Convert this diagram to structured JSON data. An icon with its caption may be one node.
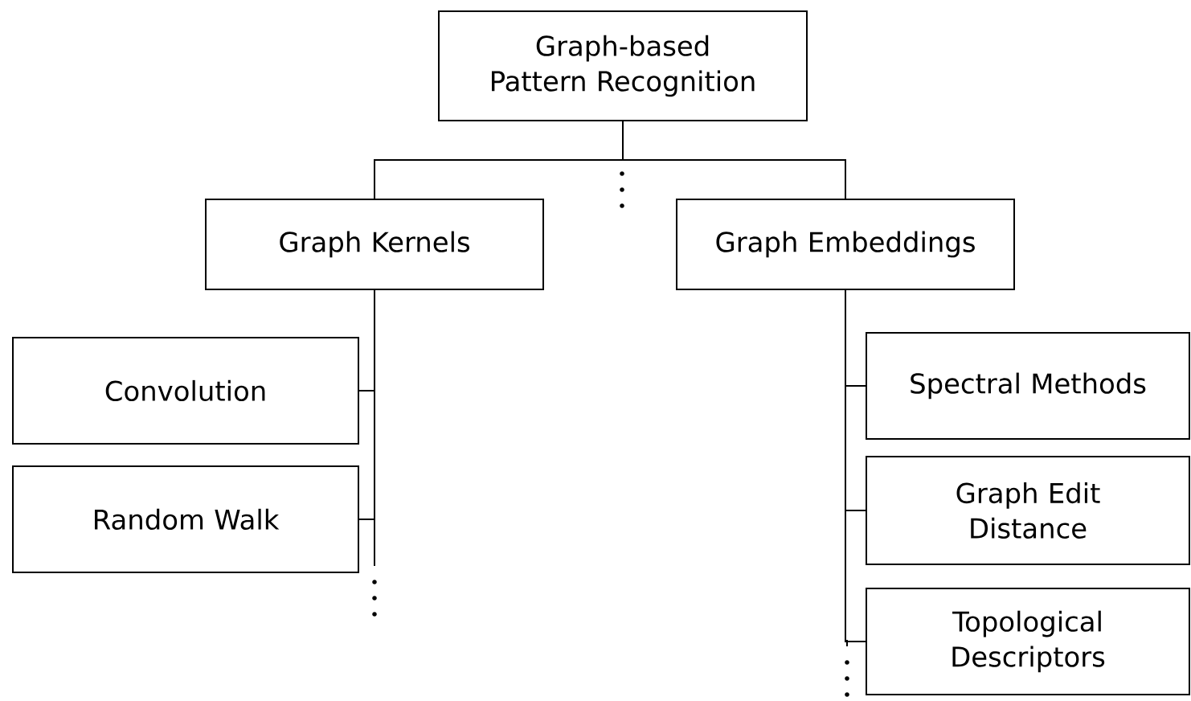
{
  "diagram": {
    "nodes": [
      {
        "text": [
          "Graph-based Pattern Recognition"
        ]
      },
      {
        "text": [
          "Graph Kernels"
        ]
      },
      {
        "text": [
          "Graph Embeddings"
        ]
      },
      {
        "text": [
          "Convolution"
        ]
      },
      {
        "text": [
          "Random Walk"
        ]
      },
      {
        "text": [
          "Spectral Methods"
        ]
      },
      {
        "text": [
          "Graph Edit Distance"
        ]
      },
      {
        "text": [
          "Topological Descriptors"
        ]
      }
    ],
    "edges": [
      {
        "from": 0,
        "to": 1,
        "arrow": "none"
      },
      {
        "from": 0,
        "to": 2,
        "arrow": "none"
      },
      {
        "from": 1,
        "to": 3,
        "arrow": "none"
      },
      {
        "from": 1,
        "to": 4,
        "arrow": "none"
      },
      {
        "from": 2,
        "to": 5,
        "arrow": "none"
      },
      {
        "from": 2,
        "to": 6,
        "arrow": "none"
      },
      {
        "from": 2,
        "to": 7,
        "arrow": "none"
      }
    ]
  }
}
